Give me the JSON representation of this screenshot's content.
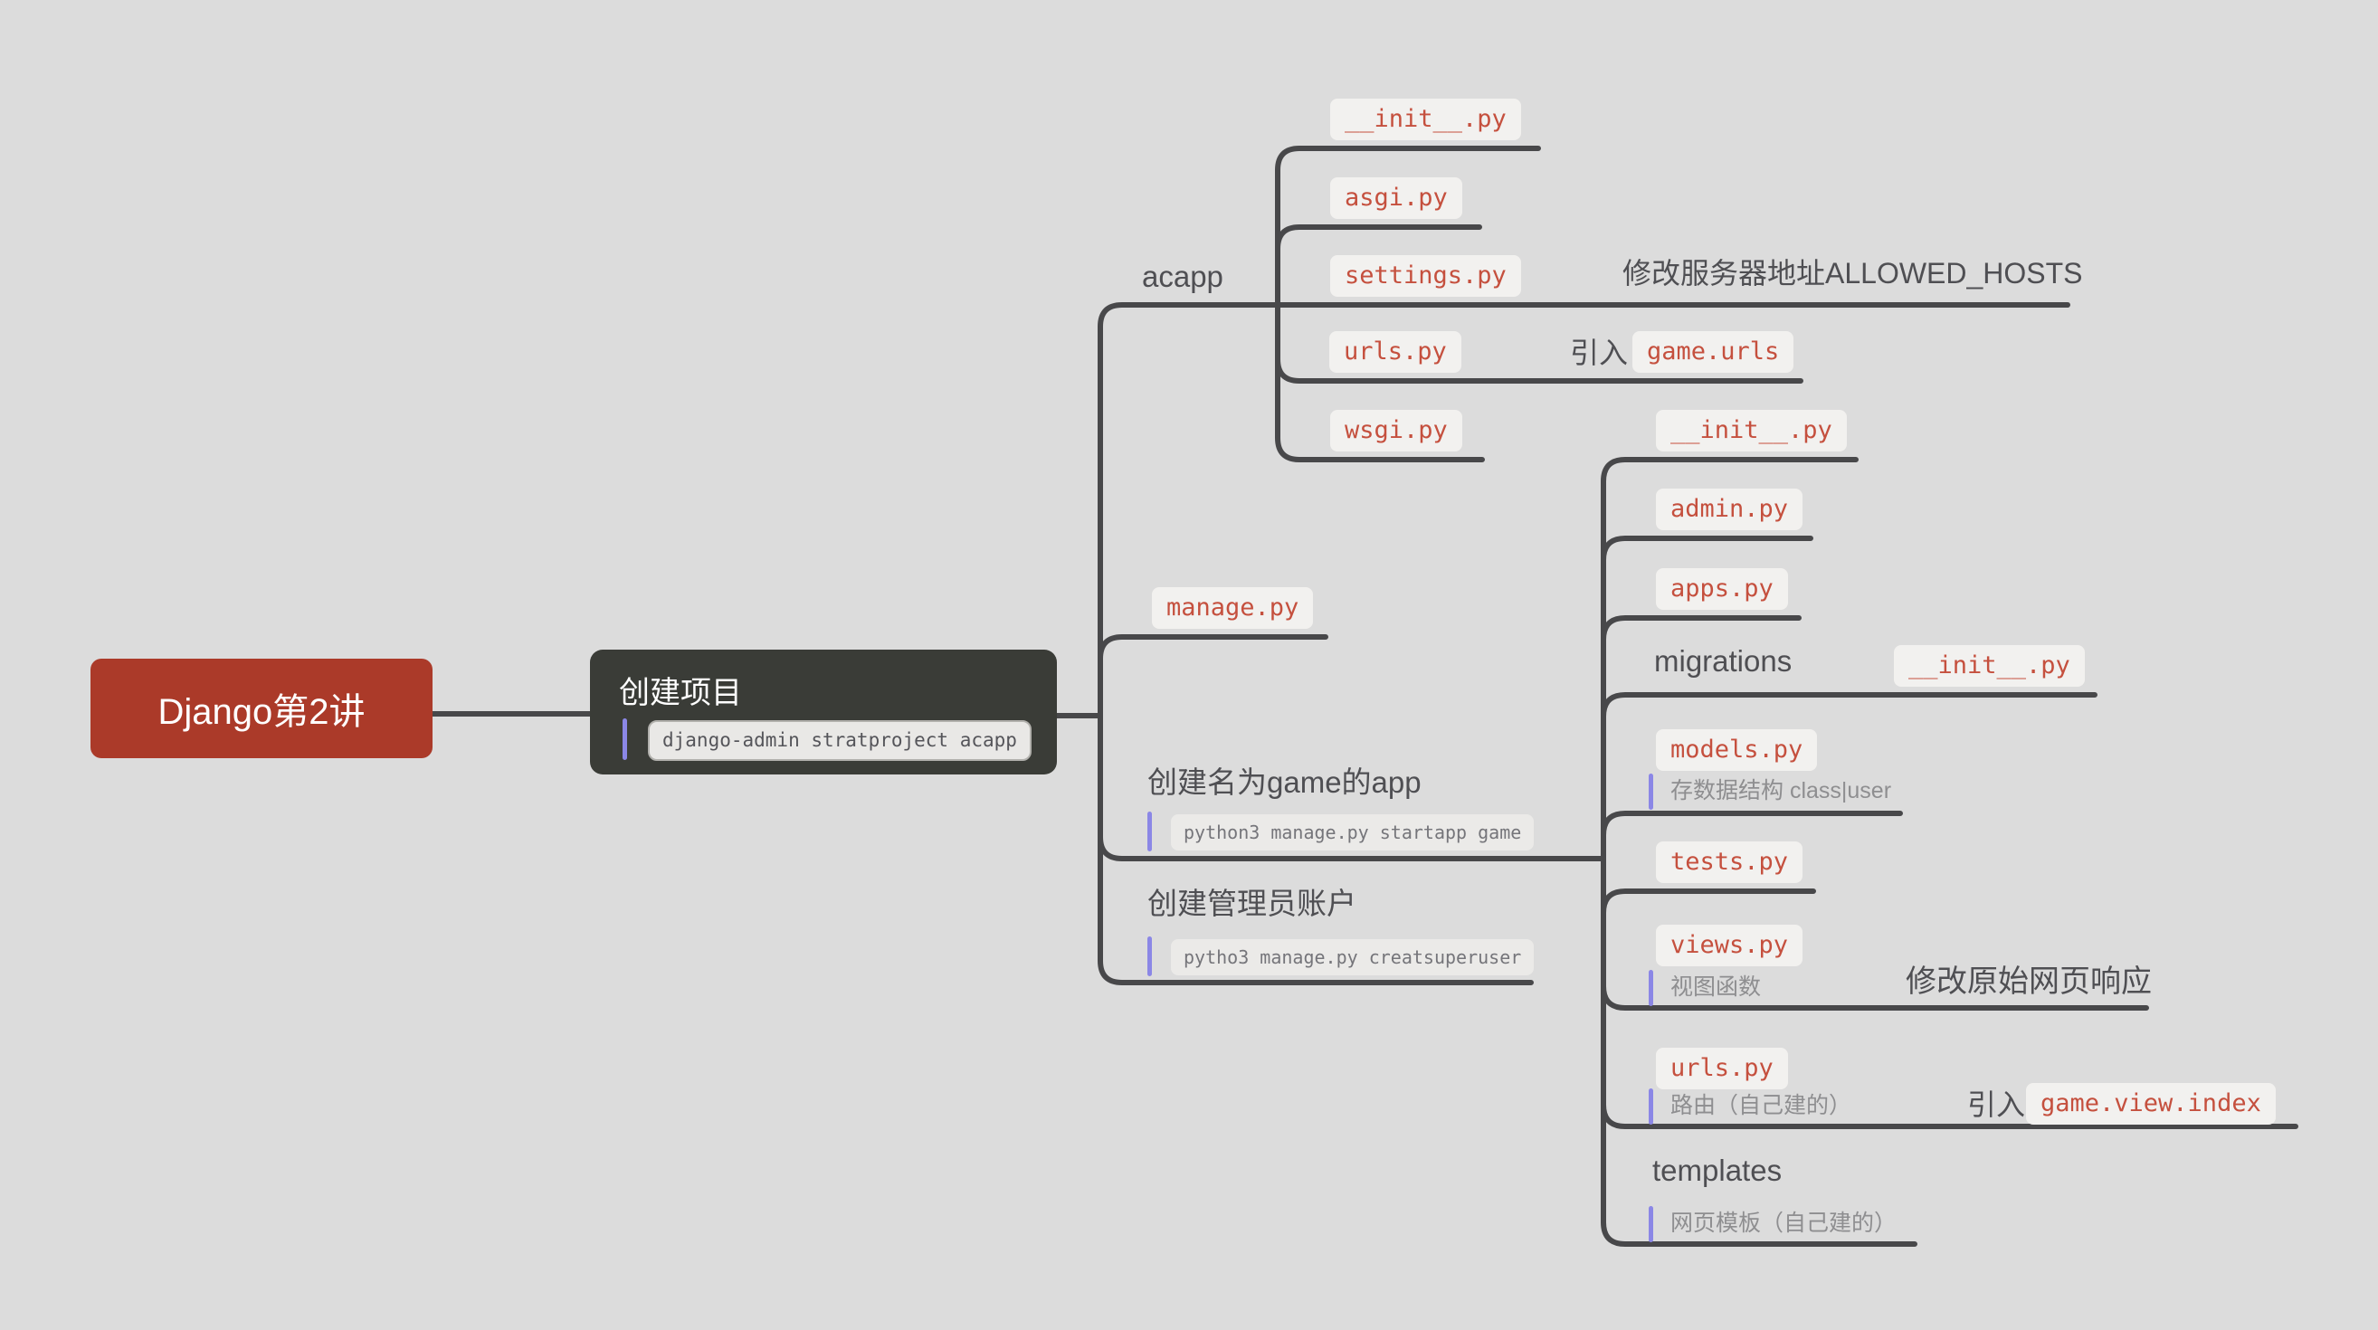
{
  "root": {
    "label": "Django第2讲"
  },
  "create_project": {
    "title": "创建项目",
    "code": "django-admin stratproject acapp"
  },
  "acapp": {
    "label": "acapp",
    "init": "__init__.py",
    "asgi": "asgi.py",
    "settings": "settings.py",
    "settings_annotation": "修改服务器地址ALLOWED_HOSTS",
    "urls": "urls.py",
    "import_label": "引入",
    "import_code": "game.urls",
    "wsgi": "wsgi.py"
  },
  "manage": {
    "label": "manage.py"
  },
  "create_game_app": {
    "title": "创建名为game的app",
    "code": "python3 manage.py startapp game"
  },
  "create_admin": {
    "title": "创建管理员账户",
    "code": "pytho3 manage.py creatsuperuser"
  },
  "game": {
    "init": "__init__.py",
    "admin": "admin.py",
    "apps": "apps.py",
    "migrations": "migrations",
    "migrations_init": "__init__.py",
    "models": "models.py",
    "models_note": "存数据结构 class|user",
    "tests": "tests.py",
    "views": "views.py",
    "views_note": "视图函数",
    "views_annotation": "修改原始网页响应",
    "urls": "urls.py",
    "urls_note": "路由（自己建的）",
    "import_label": "引入",
    "import_code": "game.view.index",
    "templates": "templates",
    "templates_note": "网页模板（自己建的）"
  },
  "colors": {
    "background": "#dcdcdc",
    "line": "#48484a",
    "root_fill": "#ab3a29",
    "project_box_fill": "#3a3c37",
    "pill_bg": "#f2f1ef",
    "pill_text": "#c5503e",
    "topic_text": "#4f4f53",
    "note_text": "#8e8e90",
    "note_bar": "#8b87e6"
  }
}
